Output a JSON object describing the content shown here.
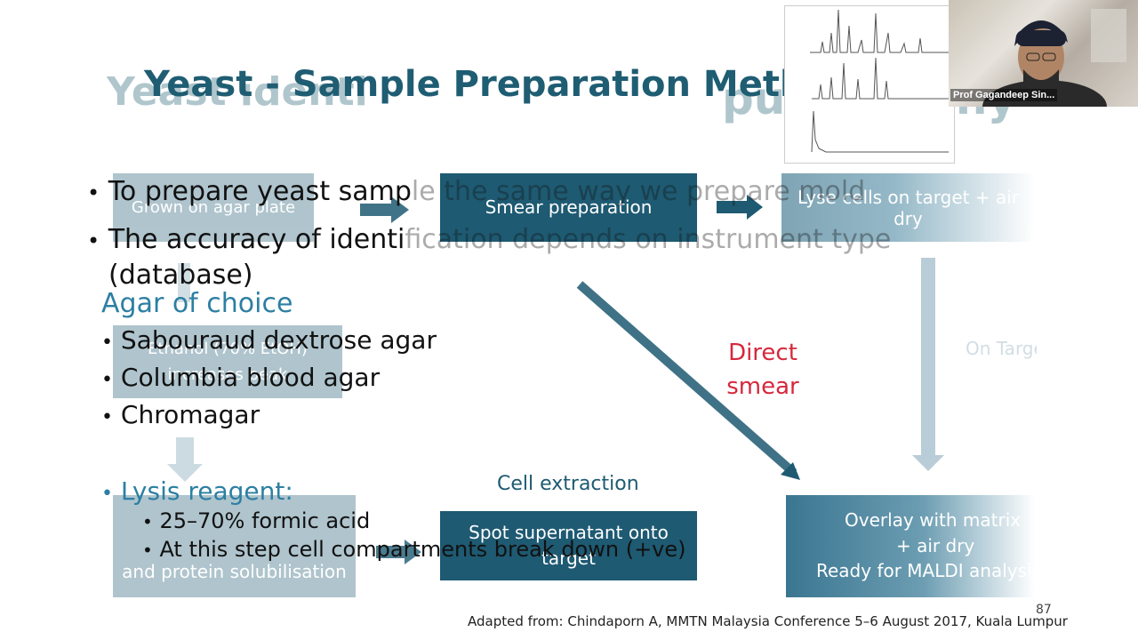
{
  "slide": {
    "title": "Yeast - Sample Preparation Method",
    "ghost_title_left": "Yeast identi",
    "ghost_title_right": "pure colony",
    "bullets": [
      {
        "text": "To prepare yeast samp",
        "faded": "le the same way we prepare mold"
      },
      {
        "text": "The accuracy of identi",
        "faded": "fication depends on instrument type"
      }
    ],
    "bullet_cont": "(database)",
    "agar_heading": "Agar of choice",
    "agar_items": [
      "Sabouraud dextrose agar",
      "Columbia blood agar",
      "Chromagar"
    ],
    "lysis_heading": "Lysis reagent:",
    "lysis_items": [
      "25–70% formic acid",
      "At this step cell compartments break down (+ve)"
    ],
    "boxes": {
      "grown": "Grown on agar plate",
      "smear": "Smear preparation",
      "lyse": "Lyse cells on target + air dry",
      "ethanol": "Ethanol (70% EtOH) increases peak",
      "lysis_left": "and protein solubilisation",
      "spot": "Spot supernatant onto target",
      "overlay_1": "Overlay with matrix",
      "overlay_2": "+ air dry",
      "overlay_3": "Ready for MALDI analysis"
    },
    "direct_smear": "Direct smear",
    "cell_extraction": "Cell extraction",
    "on_target": "On Target Lysis",
    "page_number": "87",
    "footer": "Adapted from: Chindaporn A,  MMTN Malaysia Conference 5–6 August 2017, Kuala Lumpur"
  },
  "webcam": {
    "name": "Prof Gagandeep Sin..."
  },
  "colors": {
    "box": "#1e5a72",
    "title": "#1f5d73",
    "accent_red": "#d6283c",
    "teal": "#2d7fa3"
  }
}
